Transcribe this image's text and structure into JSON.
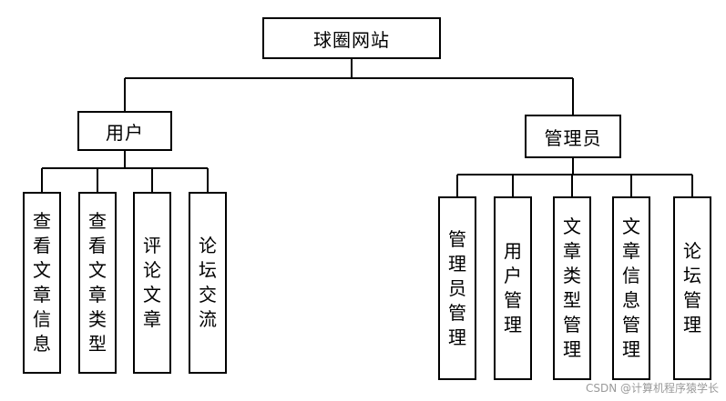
{
  "root": {
    "label": "球圈网站"
  },
  "user_group": {
    "label": "用户",
    "children": [
      "查看文章信息",
      "查看文章类型",
      "评论文章",
      "论坛交流"
    ]
  },
  "admin_group": {
    "label": "管理员",
    "children": [
      "管理员管理",
      "用户管理",
      "文章类型管理",
      "文章信息管理",
      "论坛管理"
    ]
  },
  "watermark": "CSDN @计算机程序猿学长"
}
